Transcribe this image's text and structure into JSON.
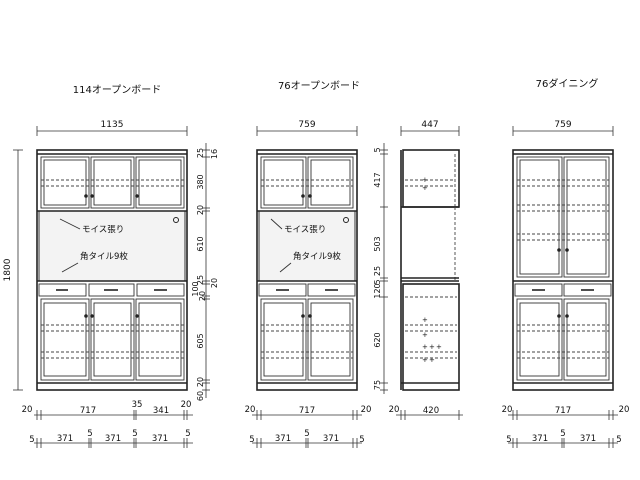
{
  "titles": {
    "board114": "114オープンボード",
    "board76": "76オープンボード",
    "dining76": "76ダイニング"
  },
  "dims": {
    "b1_width": "1135",
    "b2_width": "759",
    "side_width": "447",
    "d_width": "759",
    "total_height": "1800",
    "b1": {
      "top_gap": "25",
      "top_h": "380",
      "top_min": "16",
      "mid_gap": "20",
      "mid_h": "610",
      "low_gap": "25",
      "drawer_h": "100",
      "drawer_gap": "20",
      "right_gap": "20",
      "low_h": "605",
      "base_gap": "20",
      "base_h": "60",
      "w_side_l": "20",
      "w_main": "717",
      "w_mid": "35",
      "w_right": "341",
      "w_side_r": "20",
      "b_gap1": "5",
      "b_door1": "371",
      "b_gap2": "5",
      "b_door2": "371",
      "b_gap3": "5",
      "b_door3": "371",
      "b_gap4": "5"
    },
    "b2": {
      "w_side_l": "20",
      "w_main": "717",
      "w_side_r": "20",
      "b_gap1": "5",
      "b_door1": "371",
      "b_gap2": "5",
      "b_door2": "371",
      "b_gap3": "5"
    },
    "side": {
      "top_gap": "5",
      "top_h": "417",
      "mid_h": "503",
      "low_gap1": "25",
      "low_gap2": "5",
      "low_h0": "120",
      "low_h": "620",
      "base": "75",
      "w_side": "20",
      "w_main": "420"
    },
    "d": {
      "w_side_l": "20",
      "w_main": "717",
      "w_side_r": "20",
      "b_gap1": "5",
      "b_door1": "371",
      "b_gap2": "5",
      "b_door2": "371",
      "b_gap3": "5"
    }
  },
  "labels": {
    "moisu1": "モイス張り",
    "tile1": "角タイル9枚",
    "moisu2": "モイス張り",
    "tile2": "角タイル9枚"
  }
}
